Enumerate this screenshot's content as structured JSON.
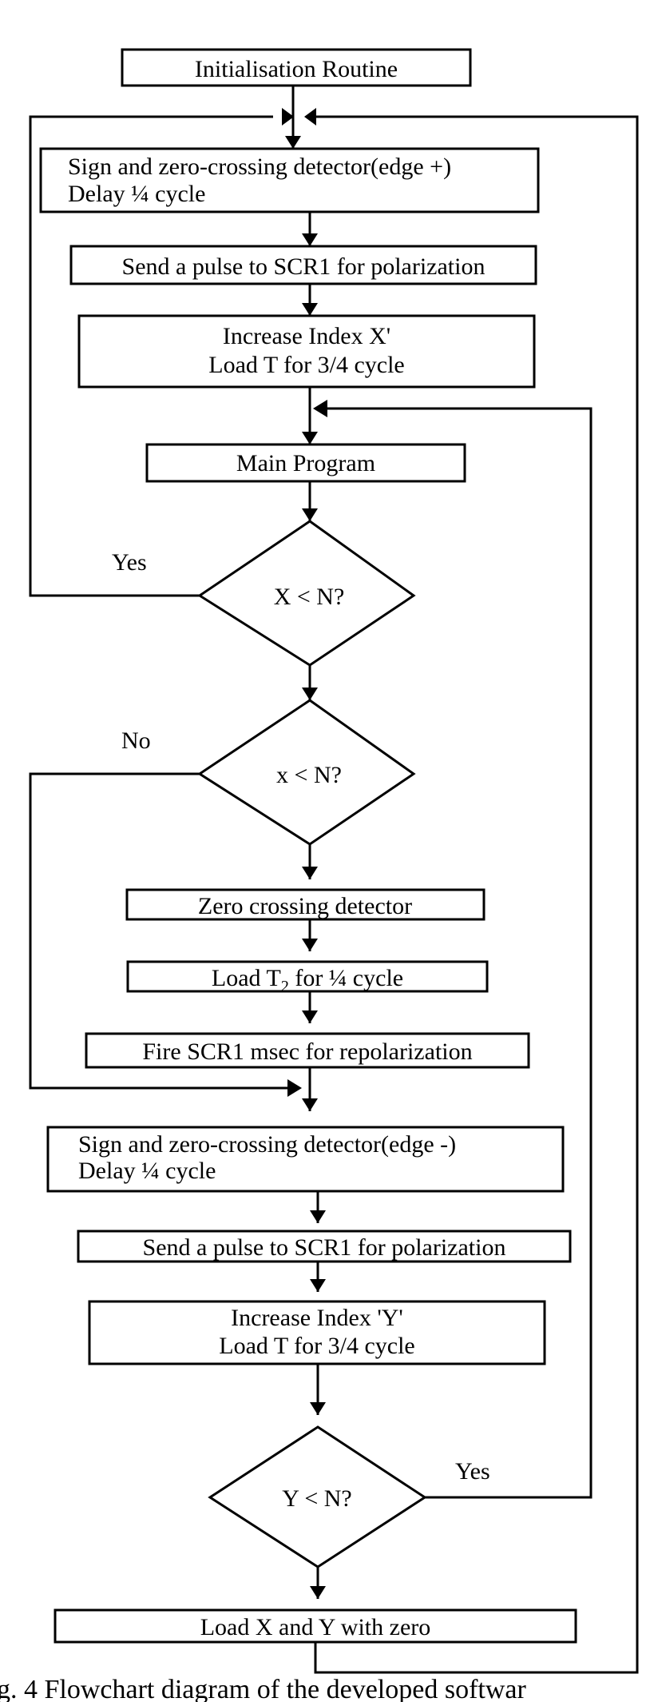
{
  "diagram": {
    "nodes": {
      "init": "Initialisation Routine",
      "detect_pos_line1": "Sign and zero-crossing detector(edge +)",
      "detect_pos_line2": "Delay ¼ cycle",
      "pulse1": "Send a pulse to SCR1 for polarization",
      "incx_line1": "Increase Index  X'",
      "incx_line2": "Load T for 3/4 cycle",
      "main": "Main Program",
      "dec1": "X < N?",
      "dec2": "x < N?",
      "zero": "Zero crossing detector",
      "loadt2_pre": "Load T",
      "loadt2_sub": "2",
      "loadt2_post": " for ¼ cycle",
      "fire": "Fire SCR1 msec for repolarization",
      "detect_neg_line1": "Sign and zero-crossing detector(edge -)",
      "detect_neg_line2": "Delay ¼ cycle",
      "pulse2": "Send a pulse to SCR1 for polarization",
      "incy_line1": "Increase Index  'Y'",
      "incy_line2": "Load T for 3/4 cycle",
      "dec3": "Y < N?",
      "loadxy": "Load X and Y with zero"
    },
    "edges": {
      "dec1_yes": "Yes",
      "dec2_no": "No",
      "dec3_yes": "Yes"
    },
    "caption": "g. 4 Flowchart diagram of the developed softwar"
  }
}
